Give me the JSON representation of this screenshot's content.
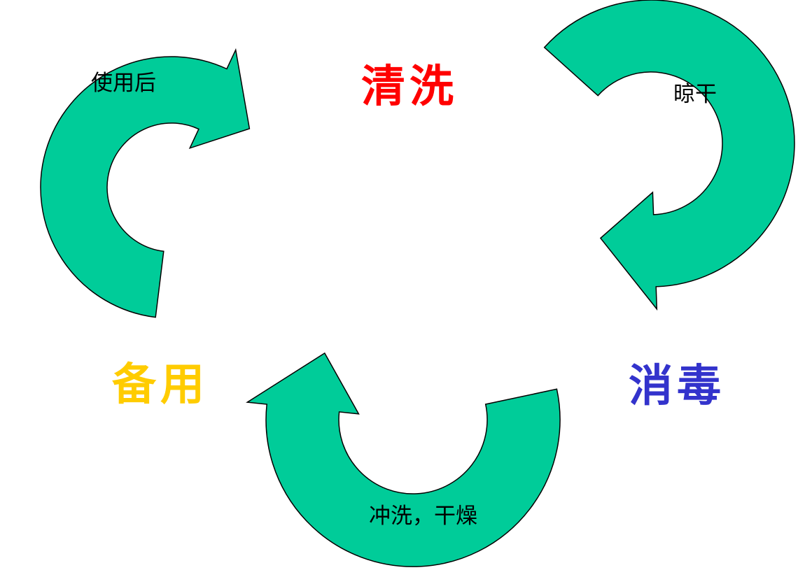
{
  "diagram": {
    "type": "cycle",
    "nodes": [
      {
        "label": "清洗",
        "color": "#FF0000",
        "position": "top"
      },
      {
        "label": "消毒",
        "color": "#3333CC",
        "position": "lower-right"
      },
      {
        "label": "备用",
        "color": "#FFCC00",
        "position": "lower-left"
      }
    ],
    "arrows": [
      {
        "label": "使用后",
        "from": "备用",
        "to": "清洗"
      },
      {
        "label": "晾干",
        "from": "清洗",
        "to": "消毒"
      },
      {
        "label": "冲洗，干燥",
        "from": "消毒",
        "to": "备用"
      }
    ],
    "arrow_fill": "#00CC99",
    "arrow_outline": "#000000",
    "edge_label_color": "#000000"
  }
}
